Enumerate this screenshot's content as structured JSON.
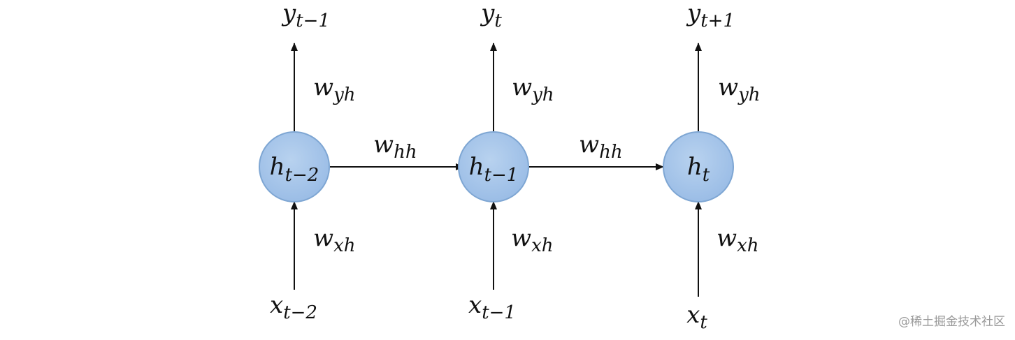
{
  "nodes": [
    {
      "label": {
        "base": "h",
        "sub": "t−2"
      }
    },
    {
      "label": {
        "base": "h",
        "sub": "t−1"
      }
    },
    {
      "label": {
        "base": "h",
        "sub": "t"
      }
    }
  ],
  "outputs": [
    {
      "label": {
        "base": "y",
        "sub": "t−1"
      }
    },
    {
      "label": {
        "base": "y",
        "sub": "t"
      }
    },
    {
      "label": {
        "base": "y",
        "sub": "t+1"
      }
    }
  ],
  "inputs": [
    {
      "label": {
        "base": "x",
        "sub": "t−2"
      }
    },
    {
      "label": {
        "base": "x",
        "sub": "t−1"
      }
    },
    {
      "label": {
        "base": "x",
        "sub": "t"
      }
    }
  ],
  "weights": {
    "output": {
      "base": "w",
      "sub": "yh"
    },
    "input": {
      "base": "w",
      "sub": "xh"
    },
    "hidden": {
      "base": "w",
      "sub": "hh"
    }
  },
  "watermark": "@稀土掘金技术社区",
  "colors": {
    "node_fill": "#a9c6e8",
    "node_stroke": "#7ea6d3",
    "line": "#111111"
  }
}
